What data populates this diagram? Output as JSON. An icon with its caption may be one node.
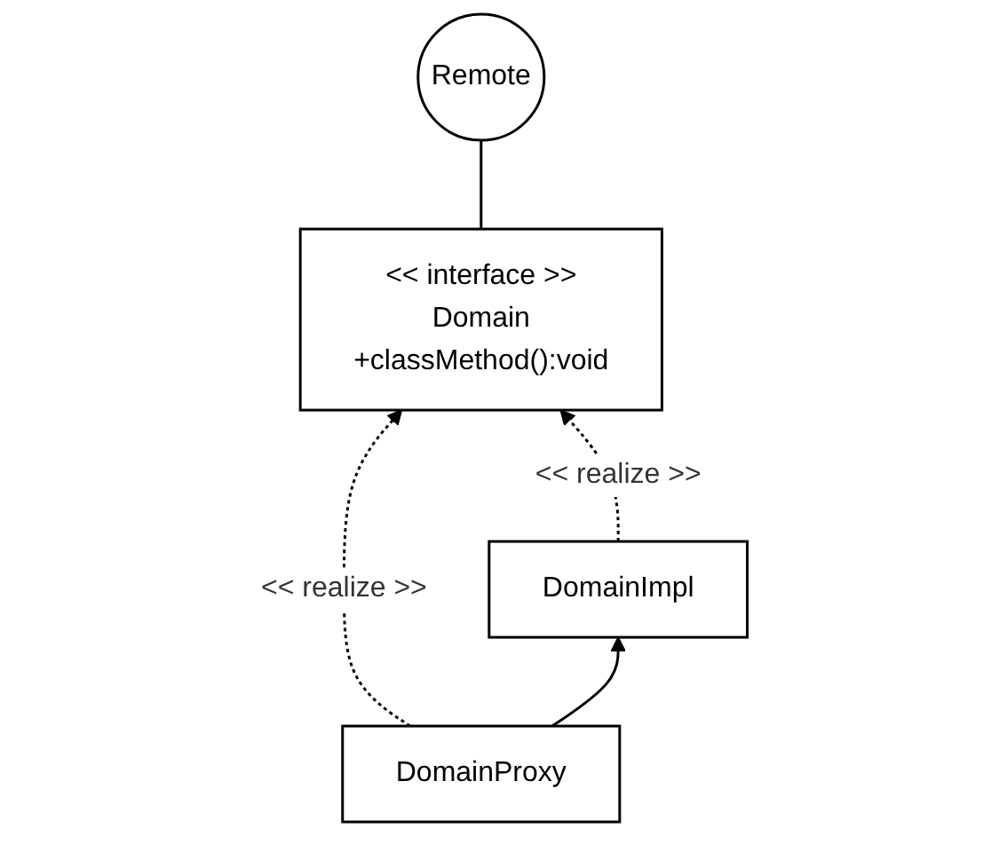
{
  "diagram": {
    "nodes": [
      {
        "text": [
          "Remote"
        ]
      },
      {
        "text": [
          "<< interface >>",
          "Domain",
          "+classMethod():void"
        ]
      },
      {
        "text": [
          "DomainProxy"
        ]
      },
      {
        "text": [
          "DomainImpl"
        ]
      }
    ],
    "edges": [
      {
        "from": 1,
        "to": 0,
        "arrow": "none"
      },
      {
        "from": 2,
        "to": 1,
        "arrow": "to",
        "style": "dashed",
        "label": "<< realize >>"
      },
      {
        "from": 3,
        "to": 1,
        "arrow": "to",
        "style": "dashed",
        "label": "<< realize >>"
      },
      {
        "from": 2,
        "to": 3,
        "arrow": "to"
      }
    ]
  }
}
